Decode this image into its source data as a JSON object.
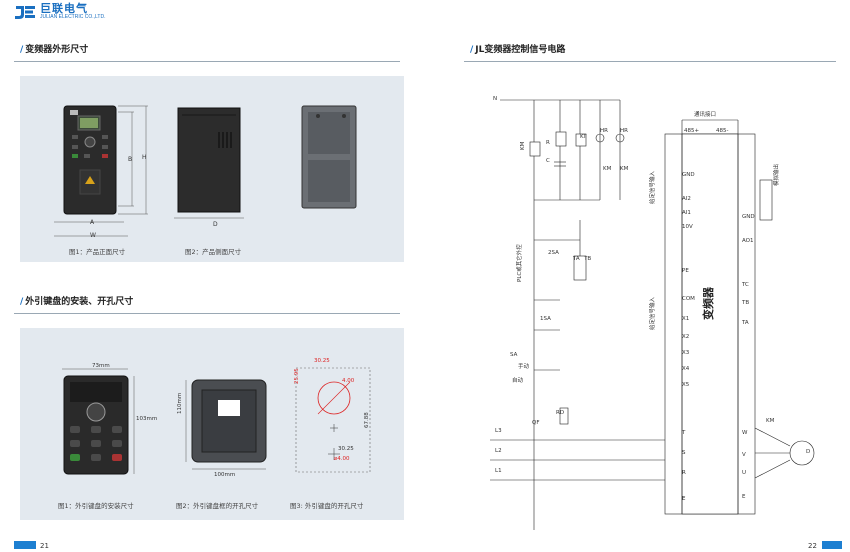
{
  "logo": {
    "cn": "巨联电气",
    "en": "JULIAN ELECTRIC CO.,LTD.",
    "mark": "JE"
  },
  "left": {
    "section1_title": "变频器外形尺寸",
    "section2_title": "外引键盘的安装、开孔尺寸",
    "fig1_caption": "图1：产品正面尺寸",
    "fig2_caption": "图2：产品侧面尺寸",
    "dims1": {
      "a": "A",
      "w": "W",
      "b": "B",
      "h": "H",
      "d": "D"
    },
    "kfig1_caption": "图1：外引键盘的安装尺寸",
    "kfig2_caption": "图2：外引键盘框的开孔尺寸",
    "kfig3_caption": "图3: 外引键盘的开孔尺寸",
    "kdims": {
      "w73": "73mm",
      "h103": "103mm",
      "h110": "110mm",
      "w100": "100mm",
      "d1": "30.25",
      "d2": "25.95",
      "d3": "4.00",
      "d4": "30.25",
      "d5": "67.88",
      "dia": "⌀4.00"
    },
    "page_number": "21"
  },
  "right": {
    "section_title": "JL变频器控制信号电路",
    "page_number": "22",
    "labels": {
      "n": "N",
      "km": "KM",
      "r": "R",
      "c": "C",
      "kt": "KT",
      "hr": "HR",
      "plc": "PLC或其它外控",
      "sa2": "2SA",
      "ta": "TA",
      "tb": "TB",
      "sa1": "1SA",
      "sa": "SA",
      "manual": "手动",
      "auto": "自动",
      "l3": "L3",
      "l2": "L2",
      "l1": "L1",
      "qf": "QF",
      "rd": "RD",
      "comm": "通讯接口",
      "r485p": "485+",
      "r485n": "485-",
      "gnd": "GND",
      "ai2": "AI2",
      "ai1": "AI1",
      "v10": "10V",
      "pe": "PE",
      "com": "COM",
      "x1": "X1",
      "x2": "X2",
      "x3": "X3",
      "x4": "X4",
      "x5": "X5",
      "e": "E",
      "t": "T",
      "s": "S",
      "ao1": "AO1",
      "tc": "TC",
      "u": "U",
      "v": "V",
      "w": "W",
      "d": "D",
      "inverter": "变频器",
      "freq_sig": "给定信号输入",
      "analog_out": "模拟输出",
      "run_sig": "给定信号输入"
    }
  }
}
